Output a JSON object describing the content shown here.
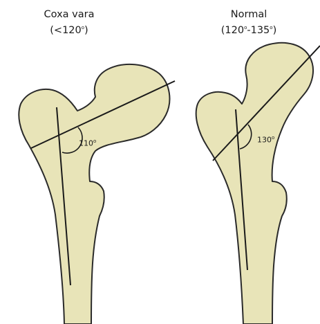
{
  "panels": [
    {
      "title": "Coxa vara",
      "range_open": "(<120",
      "range_close": ")",
      "angle_value": "110",
      "neck_shaft_angle_deg": 110
    },
    {
      "title": "Normal",
      "range_open": "(120",
      "range_mid": "-135",
      "range_close": ")",
      "angle_value": "130",
      "neck_shaft_angle_deg": 130
    }
  ],
  "degree_symbol": "o",
  "colors": {
    "bone_fill": "#e8e4b8",
    "bone_outline": "#2a2a2a",
    "axis_line": "#1a1a1a",
    "background": "#ffffff"
  }
}
